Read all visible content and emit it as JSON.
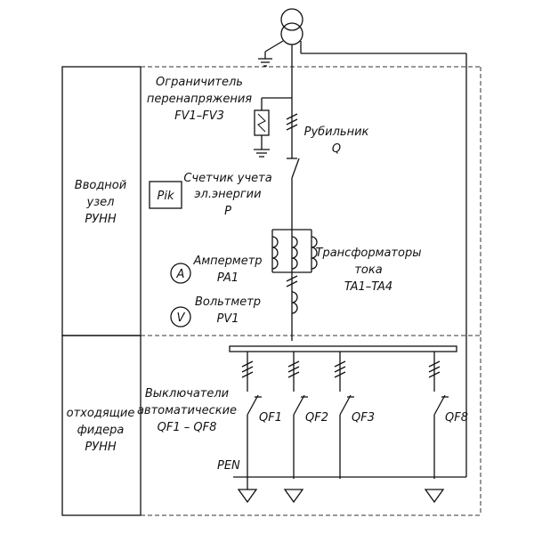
{
  "sections": {
    "input": [
      "Вводной",
      "узел",
      "РУНН"
    ],
    "outgoing": [
      "отходящие",
      "фидера",
      "РУНН"
    ]
  },
  "labels": {
    "limiter": [
      "Ограничитель",
      "перенапряжения",
      "FV1–FV3"
    ],
    "switch": [
      "Рубильник",
      "Q"
    ],
    "meter": [
      "Счетчик учета",
      "эл.энергии",
      "P"
    ],
    "meter_box": "Pik",
    "ammeter_symbol": "A",
    "ammeter": [
      "Амперметр",
      "PA1"
    ],
    "voltmeter_symbol": "V",
    "voltmeter": [
      "Вольтметр",
      "PV1"
    ],
    "transformers": [
      "Трансформаторы",
      "тока",
      "TA1–TA4"
    ],
    "breakers": [
      "Выключатели",
      "автоматические",
      "QF1 – QF8"
    ],
    "pen": "PEN"
  },
  "feeders": [
    "QF1",
    "QF2",
    "QF3",
    "QF8"
  ]
}
